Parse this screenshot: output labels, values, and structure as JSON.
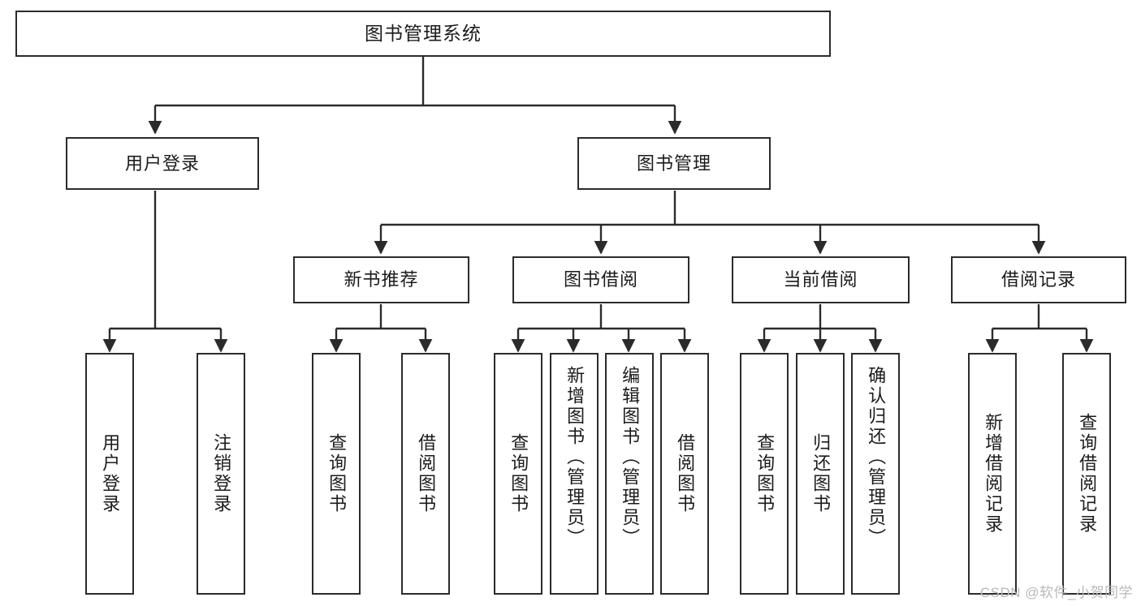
{
  "diagram": {
    "title": "图书管理系统",
    "type": "tree-hierarchy-chart",
    "colors": {
      "box_border": "#2b2b2b",
      "box_fill": "#ffffff",
      "connector": "#2b2b2b",
      "text": "#1b1b1b",
      "watermark": "#b9b9b9",
      "background": "#ffffff"
    },
    "root": {
      "label": "图书管理系统"
    },
    "level2": [
      {
        "label": "用户登录"
      },
      {
        "label": "图书管理"
      }
    ],
    "level3": [
      {
        "label": "新书推荐"
      },
      {
        "label": "图书借阅"
      },
      {
        "label": "当前借阅"
      },
      {
        "label": "借阅记录"
      }
    ],
    "leaves": {
      "user_login": [
        {
          "label": "用户登录"
        },
        {
          "label": "注销登录"
        }
      ],
      "new_book_recommend": [
        {
          "label": "查询图书"
        },
        {
          "label": "借阅图书"
        }
      ],
      "book_borrow": [
        {
          "label": "查询图书"
        },
        {
          "label": "新增图书（管理员）"
        },
        {
          "label": "编辑图书（管理员）"
        },
        {
          "label": "借阅图书"
        }
      ],
      "current_borrow": [
        {
          "label": "查询图书"
        },
        {
          "label": "归还图书"
        },
        {
          "label": "确认归还（管理员）"
        }
      ],
      "borrow_record": [
        {
          "label": "新增借阅记录"
        },
        {
          "label": "查询借阅记录"
        }
      ]
    }
  },
  "watermark": {
    "text": "CSDN @软件_小贺同学"
  }
}
